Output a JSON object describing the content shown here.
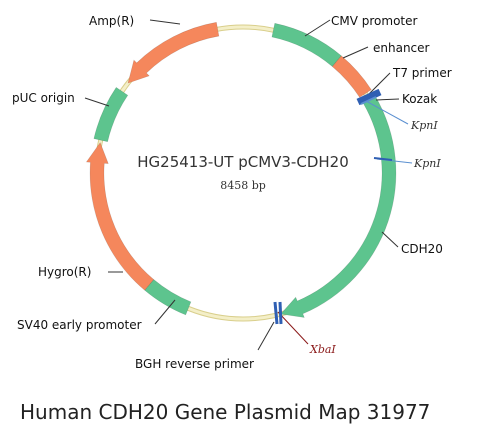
{
  "plasmid": {
    "name": "HG25413-UT pCMV3-CDH20",
    "size": "8458 bp"
  },
  "caption": "Human CDH20 Gene Plasmid Map 31977",
  "colors": {
    "backbone": "#f4efc8",
    "backbone_edge": "#d9cf8c",
    "green": "#5dc48e",
    "orange": "#f5875c",
    "blue": "#2f5fb3",
    "site_line": "#5a8fd0",
    "xba_line": "#8b1a1a"
  },
  "features": {
    "amp": "Amp(R)",
    "cmv": "CMV promoter",
    "enhancer": "enhancer",
    "t7": "T7 primer",
    "kozak": "Kozak",
    "puc": "pUC origin",
    "cdh20": "CDH20",
    "hygro": "Hygro(R)",
    "sv40": "SV40 early promoter",
    "bgh": "BGH reverse primer"
  },
  "sites": {
    "kpn1a": "KpnI",
    "kpn1b": "KpnI",
    "xba1": "XbaI"
  }
}
